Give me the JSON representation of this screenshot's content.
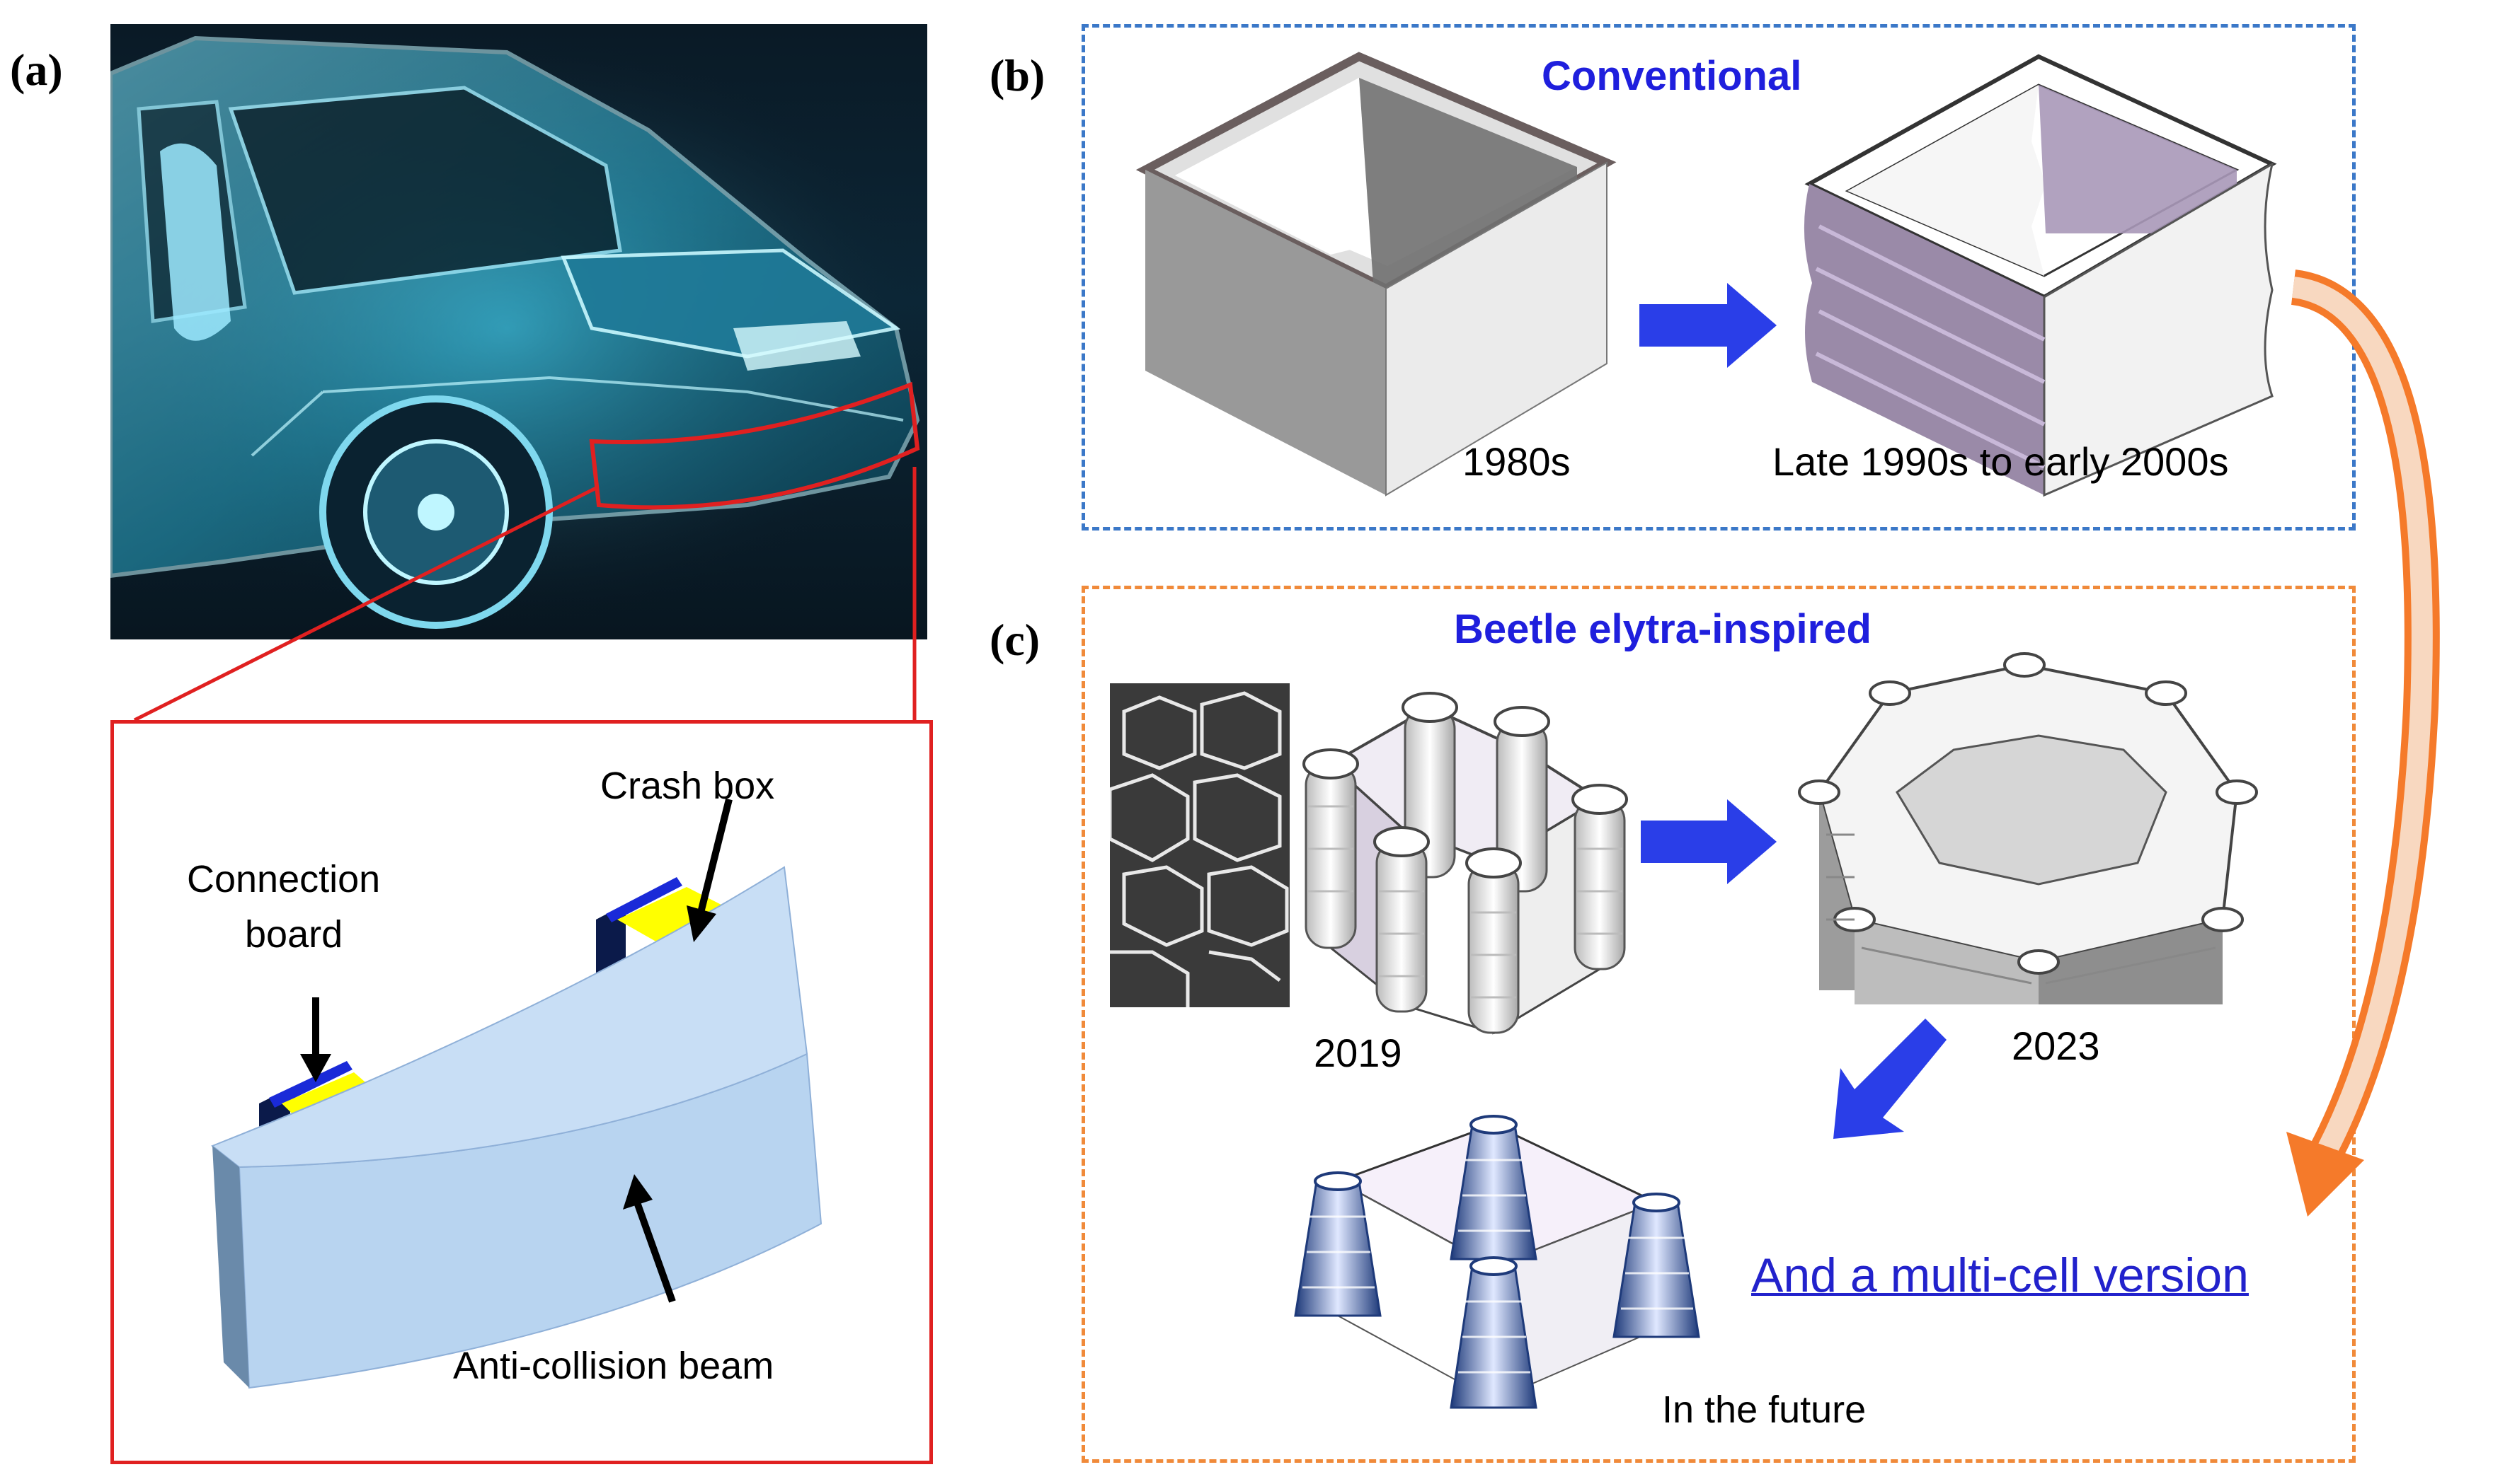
{
  "panels": {
    "a": {
      "letter": "(a)",
      "labels": {
        "crash_box": "Crash box",
        "connection_board_line1": "Connection",
        "connection_board_line2": "board",
        "anti_collision_beam": "Anti-collision beam"
      },
      "colors": {
        "highlight_red": "#e02020",
        "beam": "#b8d4f0",
        "crash_box": "#ffff00",
        "board": "#1a2ad8"
      }
    },
    "b": {
      "letter": "(b)",
      "title": "Conventional",
      "label_left": "1980s",
      "label_right": "Late 1990s to early 2000s",
      "colors": {
        "frame": "#3b78c8",
        "arrow": "#2a3ee8",
        "tube_wall": "#9a8aa8"
      }
    },
    "c": {
      "letter": "(c)",
      "title": "Beetle elytra-inspired",
      "label_2019": "2019",
      "label_2023": "2023",
      "label_future": "In the future",
      "link_text": "And a multi-cell version",
      "colors": {
        "frame": "#f08a3a",
        "link": "#2222cc",
        "curve_arrow": "#f57a2a"
      }
    }
  }
}
